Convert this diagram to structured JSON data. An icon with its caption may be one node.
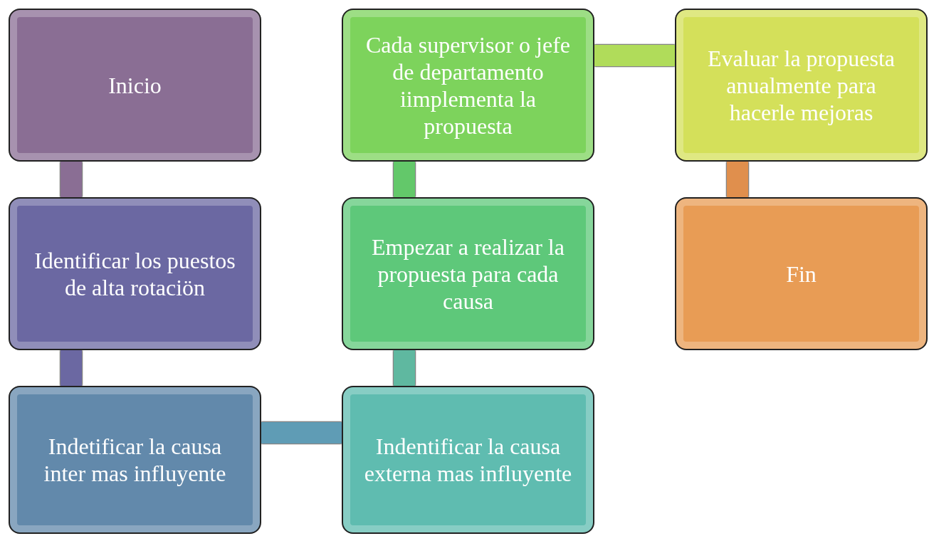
{
  "diagram": {
    "nodes": [
      {
        "text": [
          "Inicio"
        ]
      },
      {
        "text": [
          "Identificar los puestos de alta rotaciön"
        ]
      },
      {
        "text": [
          "Indetificar la causa inter mas influyente"
        ]
      },
      {
        "text": [
          "Indentificar la causa externa mas influyente"
        ]
      },
      {
        "text": [
          "Empezar a realizar la propuesta para cada causa"
        ]
      },
      {
        "text": [
          "Cada supervisor o jefe de departamento iimplementa la propuesta"
        ]
      },
      {
        "text": [
          "Evaluar la propuesta anualmente para hacerle mejoras"
        ]
      },
      {
        "text": [
          "Fin"
        ]
      }
    ],
    "edges": [
      {
        "from": 0,
        "to": 1,
        "arrow": "none",
        "color": "#8a6e94"
      },
      {
        "from": 1,
        "to": 2,
        "arrow": "none",
        "color": "#6b68a2"
      },
      {
        "from": 2,
        "to": 3,
        "arrow": "none",
        "color": "#5f9cb5"
      },
      {
        "from": 3,
        "to": 4,
        "arrow": "none",
        "color": "#5fb8a0"
      },
      {
        "from": 4,
        "to": 5,
        "arrow": "none",
        "color": "#63c86a"
      },
      {
        "from": 5,
        "to": 6,
        "arrow": "none",
        "color": "#b0dc5a"
      },
      {
        "from": 6,
        "to": 7,
        "arrow": "none",
        "color": "#e08f4d"
      }
    ]
  }
}
